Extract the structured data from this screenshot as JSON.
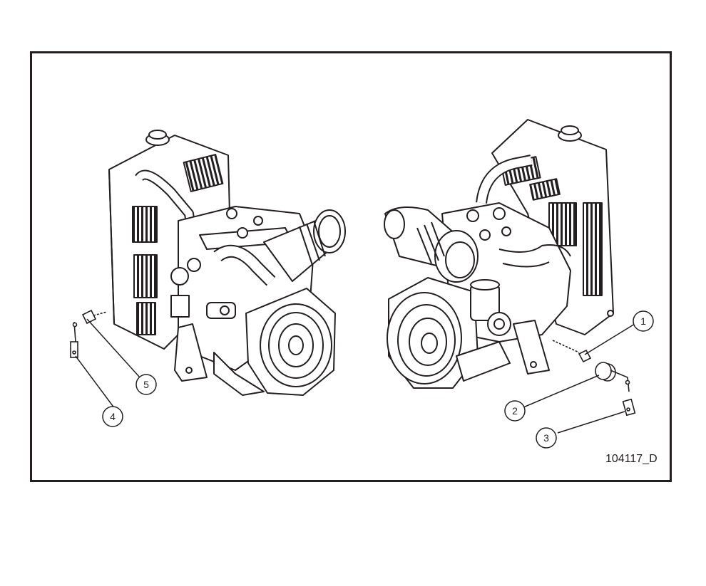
{
  "colors": {
    "ink": "#231f20",
    "paper": "#ffffff"
  },
  "drawing_number": "104117_D",
  "callouts": [
    {
      "id": "1",
      "label": "1"
    },
    {
      "id": "2",
      "label": "2"
    },
    {
      "id": "3",
      "label": "3"
    },
    {
      "id": "4",
      "label": "4"
    },
    {
      "id": "5",
      "label": "5"
    }
  ]
}
